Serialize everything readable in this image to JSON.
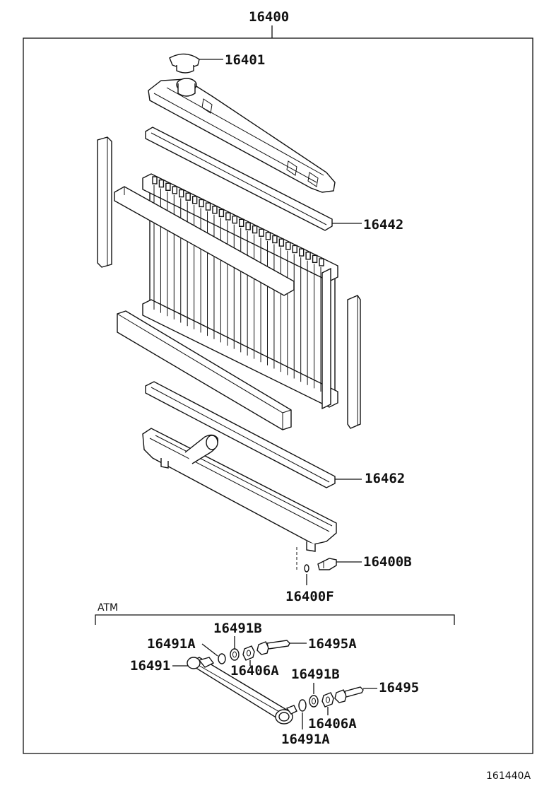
{
  "diagram": {
    "assembly_label": "16400",
    "labels": {
      "cap": "16401",
      "upper_gasket": "16442",
      "lower_gasket": "16462",
      "drain_cock": "16400B",
      "drain_plug_oring": "16400F",
      "atm_section": "ATM",
      "gasket_b_top": "16491B",
      "gasket_a_top": "16491A",
      "union_a": "16495A",
      "pipe": "16491",
      "nut_a_top": "16406A",
      "gasket_b_bottom": "16491B",
      "union": "16495",
      "nut_a_bottom": "16406A",
      "gasket_a_bottom": "16491A"
    },
    "catalog_code": "161440A"
  }
}
